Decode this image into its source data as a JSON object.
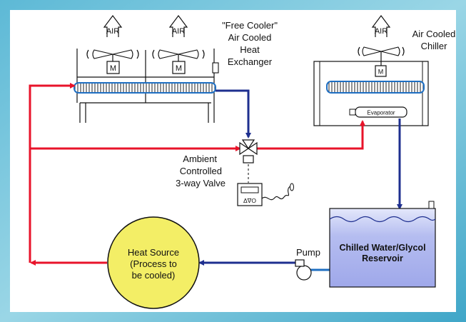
{
  "colors": {
    "frame_gradient": [
      "#5db9d6",
      "#8fd0e2",
      "#3fa6c8"
    ],
    "hot_line": "#e8132a",
    "cold_line": "#1e2f8f",
    "coil_blue": "#1f6fc2",
    "heat_source_fill": "#f3ee66",
    "reservoir_fill": "#b5bdf0"
  },
  "free_cooler": {
    "title_lines": [
      "\"Free Cooler\"",
      "Air Cooled",
      "Heat",
      "Exchanger"
    ],
    "fans": [
      {
        "air_label": "AIR",
        "motor_label": "M"
      },
      {
        "air_label": "AIR",
        "motor_label": "M"
      }
    ]
  },
  "chiller": {
    "title_lines": [
      "Air Cooled",
      "Chiller"
    ],
    "air_label": "AIR",
    "motor_label": "M",
    "evaporator_label": "Evaporator"
  },
  "valve": {
    "label_lines": [
      "Ambient",
      "Controlled",
      "3-way Valve"
    ],
    "controller_symbols": "Δ∇O"
  },
  "reservoir": {
    "label_lines": [
      "Chilled Water/Glycol",
      "Reservoir"
    ]
  },
  "pump": {
    "label": "Pump"
  },
  "heat_source": {
    "label_lines": [
      "Heat Source",
      "(Process to",
      "be cooled)"
    ]
  }
}
